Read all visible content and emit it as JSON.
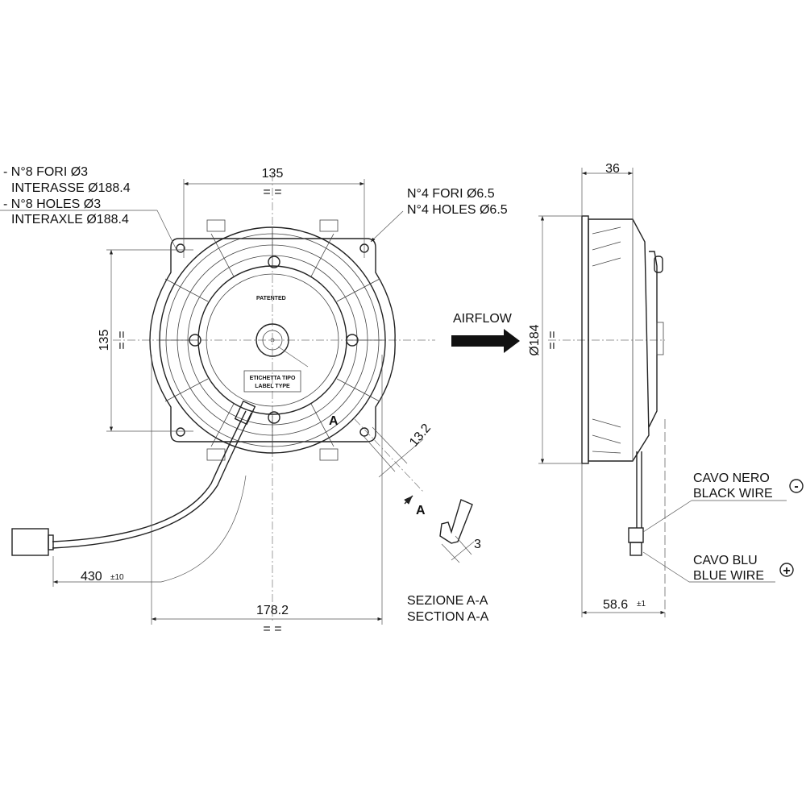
{
  "front_view": {
    "holes_note_it_1": "- N°8 FORI Ø3",
    "holes_note_it_2": "INTERASSE Ø188.4",
    "holes_note_en_1": "- N°8 HOLES Ø3",
    "holes_note_en_2": "INTERAXLE Ø188.4",
    "mount_note_it": "N°4 FORI Ø6.5",
    "mount_note_en": "N°4 HOLES Ø6.5",
    "dim_width": "135",
    "dim_height": "135",
    "dim_overall": "178.2",
    "dim_cable": "430",
    "dim_cable_tol": "±10",
    "dim_section": "13.2",
    "equal_mark": "= =",
    "patented": "PATENTED",
    "label_it": "ETICHETTA TIPO",
    "label_en": "LABEL TYPE",
    "section_marker": "A"
  },
  "section": {
    "dim_thickness": "3",
    "title_it": "SEZIONE A-A",
    "title_en": "SECTION A-A"
  },
  "side_view": {
    "airflow": "AIRFLOW",
    "dim_depth": "36",
    "dim_diameter": "Ø184",
    "dim_total": "58.6",
    "dim_total_tol": "±1",
    "black_wire_it": "CAVO NERO",
    "black_wire_en": "BLACK WIRE",
    "black_polarity": "-",
    "blue_wire_it": "CAVO BLU",
    "blue_wire_en": "BLUE WIRE",
    "blue_polarity": "+"
  }
}
